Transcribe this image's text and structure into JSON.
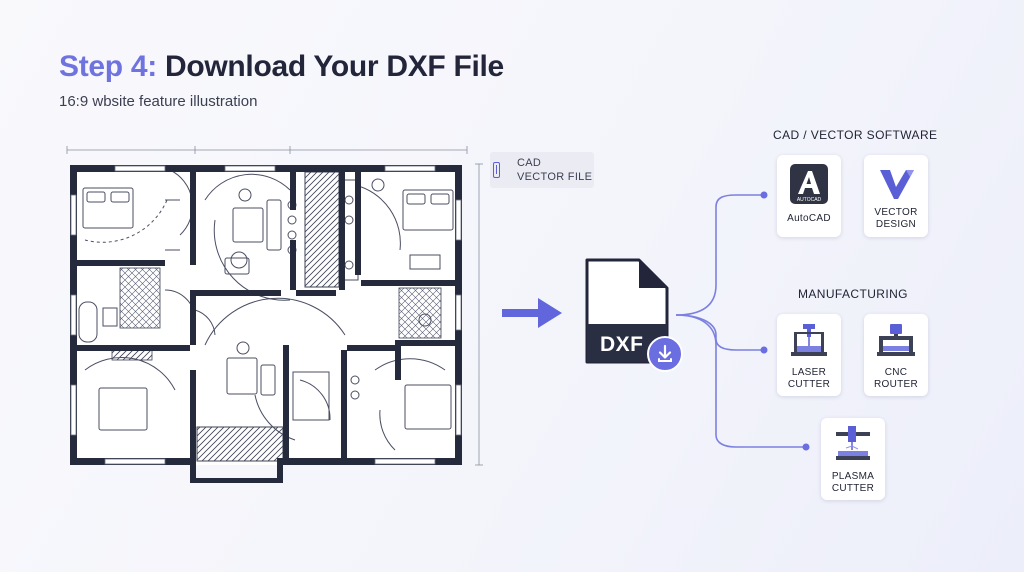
{
  "header": {
    "title_accent": "Step 4:",
    "title_rest": "Download Your DXF File",
    "subtitle": "16:9 wbsite feature illustration"
  },
  "plan_tag": {
    "line1": "CAD",
    "line2": "VECTOR FILE"
  },
  "file": {
    "label": "DXF"
  },
  "sections": {
    "cad": "CAD / VECTOR SOFTWARE",
    "manufacturing": "MANUFACTURING"
  },
  "cards": {
    "autocad": {
      "label": "AutoCAD",
      "logo_text": "AUTOCAD"
    },
    "vector": {
      "line1": "VECTOR",
      "line2": "DESIGN"
    },
    "laser": {
      "line1": "LASER",
      "line2": "CUTTER"
    },
    "cnc": {
      "line1": "CNC",
      "line2": "ROUTER"
    },
    "plasma": {
      "line1": "PLASMA",
      "line2": "CUTTER"
    }
  },
  "colors": {
    "accent": "#6f73e0",
    "wall": "#262a3d",
    "connector": "#7c80e0"
  },
  "icons": [
    "file-tag-icon",
    "right-arrow-icon",
    "dxf-file-icon",
    "download-icon",
    "autocad-logo-icon",
    "vector-design-logo-icon",
    "laser-cutter-icon",
    "cnc-router-icon",
    "plasma-cutter-icon"
  ]
}
